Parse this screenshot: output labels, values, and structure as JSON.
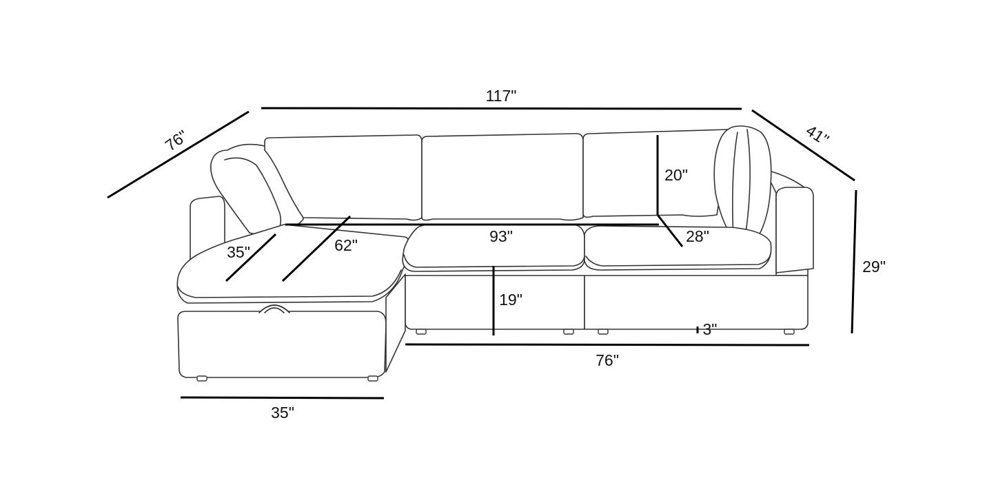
{
  "dimensions": {
    "overall_width": "117\"",
    "chaise_length": "76\"",
    "side_depth": "41\"",
    "overall_height": "29\"",
    "back_cushion_height": "20\"",
    "seat_width": "93\"",
    "seat_depth": "28\"",
    "chaise_seat_width": "35\"",
    "chaise_seat_depth": "62\"",
    "seat_height": "19\"",
    "leg_height": "3\"",
    "sofa_section_width": "76\"",
    "chaise_width": "35\""
  },
  "colors": {
    "outline": "#333333",
    "dimension_line": "#000000",
    "background": "#ffffff"
  }
}
